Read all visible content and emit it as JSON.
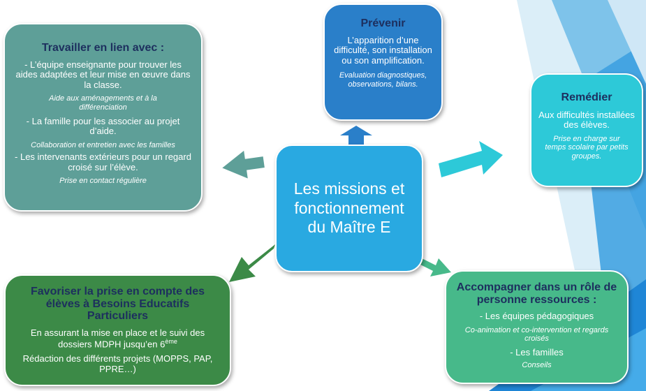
{
  "center": {
    "title": "Les missions et fonctionnement du Maître E"
  },
  "prevenir": {
    "title": "Prévenir",
    "text": "L’apparition d’une difficulté, son installation ou son amplification.",
    "note": "Evaluation diagnostiques, observations, bilans."
  },
  "remedier": {
    "title": "Remédier",
    "text": "Aux difficultés installées des élèves.",
    "note": "Prise en charge sur temps scolaire par petits groupes."
  },
  "travailler": {
    "title": "Travailler en lien avec :",
    "item1": "- L’équipe enseignante pour trouver les aides adaptées et leur mise en œuvre dans la classe.",
    "note1": "Aide aux aménagements et à la différenciation",
    "item2": "- La famille pour les associer au projet d’aide.",
    "note2": "Collaboration et entretien avec les familles",
    "item3": "- Les intervenants extérieurs pour un regard croisé sur l’élève.",
    "note3": "Prise en contact régulière"
  },
  "favoriser": {
    "title": "Favoriser la prise en compte des élèves à Besoins Educatifs Particuliers",
    "text1_main": "En assurant la mise en place et le suivi des dossiers MDPH jusqu’en 6",
    "text1_sup": "ème",
    "text2": "Rédaction des différents projets (MOPPS, PAP, PPRE…)"
  },
  "accompagner": {
    "title": "Accompagner dans un rôle de personne ressources :",
    "item1": "- Les équipes pédagogiques",
    "note1": "Co-animation et co-intervention et regards croisés",
    "item2": "- Les familles",
    "note2": "Conseils"
  },
  "colors": {
    "center": "#29a9e1",
    "prevenir": "#2a7fc9",
    "remedier": "#2dc9d8",
    "travailler": "#5e9f98",
    "favoriser": "#3c8a47",
    "accompagner": "#47b98a",
    "title_text": "#1d2f5e"
  }
}
